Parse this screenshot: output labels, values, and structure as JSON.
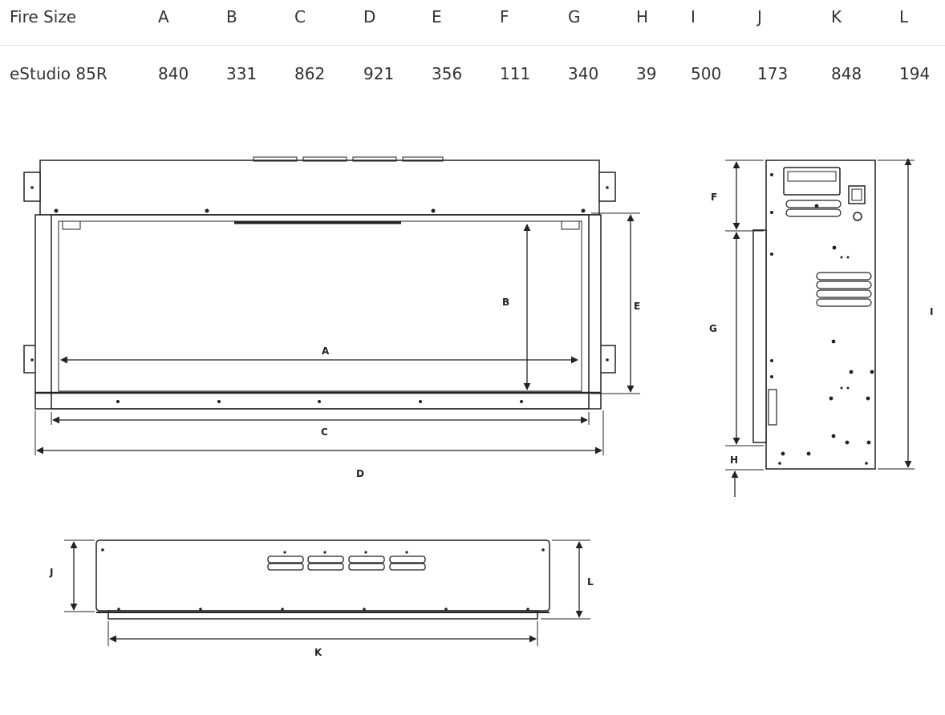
{
  "table": {
    "headers": [
      "Fire Size",
      "A",
      "B",
      "C",
      "D",
      "E",
      "F",
      "G",
      "H",
      "I",
      "J",
      "K",
      "L"
    ],
    "rows": [
      [
        "eStudio 85R",
        "840",
        "331",
        "862",
        "921",
        "356",
        "111",
        "340",
        "39",
        "500",
        "173",
        "848",
        "194"
      ]
    ]
  },
  "diagram": {
    "front_labels": {
      "a": "A",
      "b": "B",
      "c": "C",
      "d": "D",
      "e": "E"
    },
    "side_labels": {
      "f": "F",
      "g": "G",
      "h": "H",
      "i": "I"
    },
    "top_labels": {
      "j": "J",
      "k": "K",
      "l": "L"
    }
  }
}
